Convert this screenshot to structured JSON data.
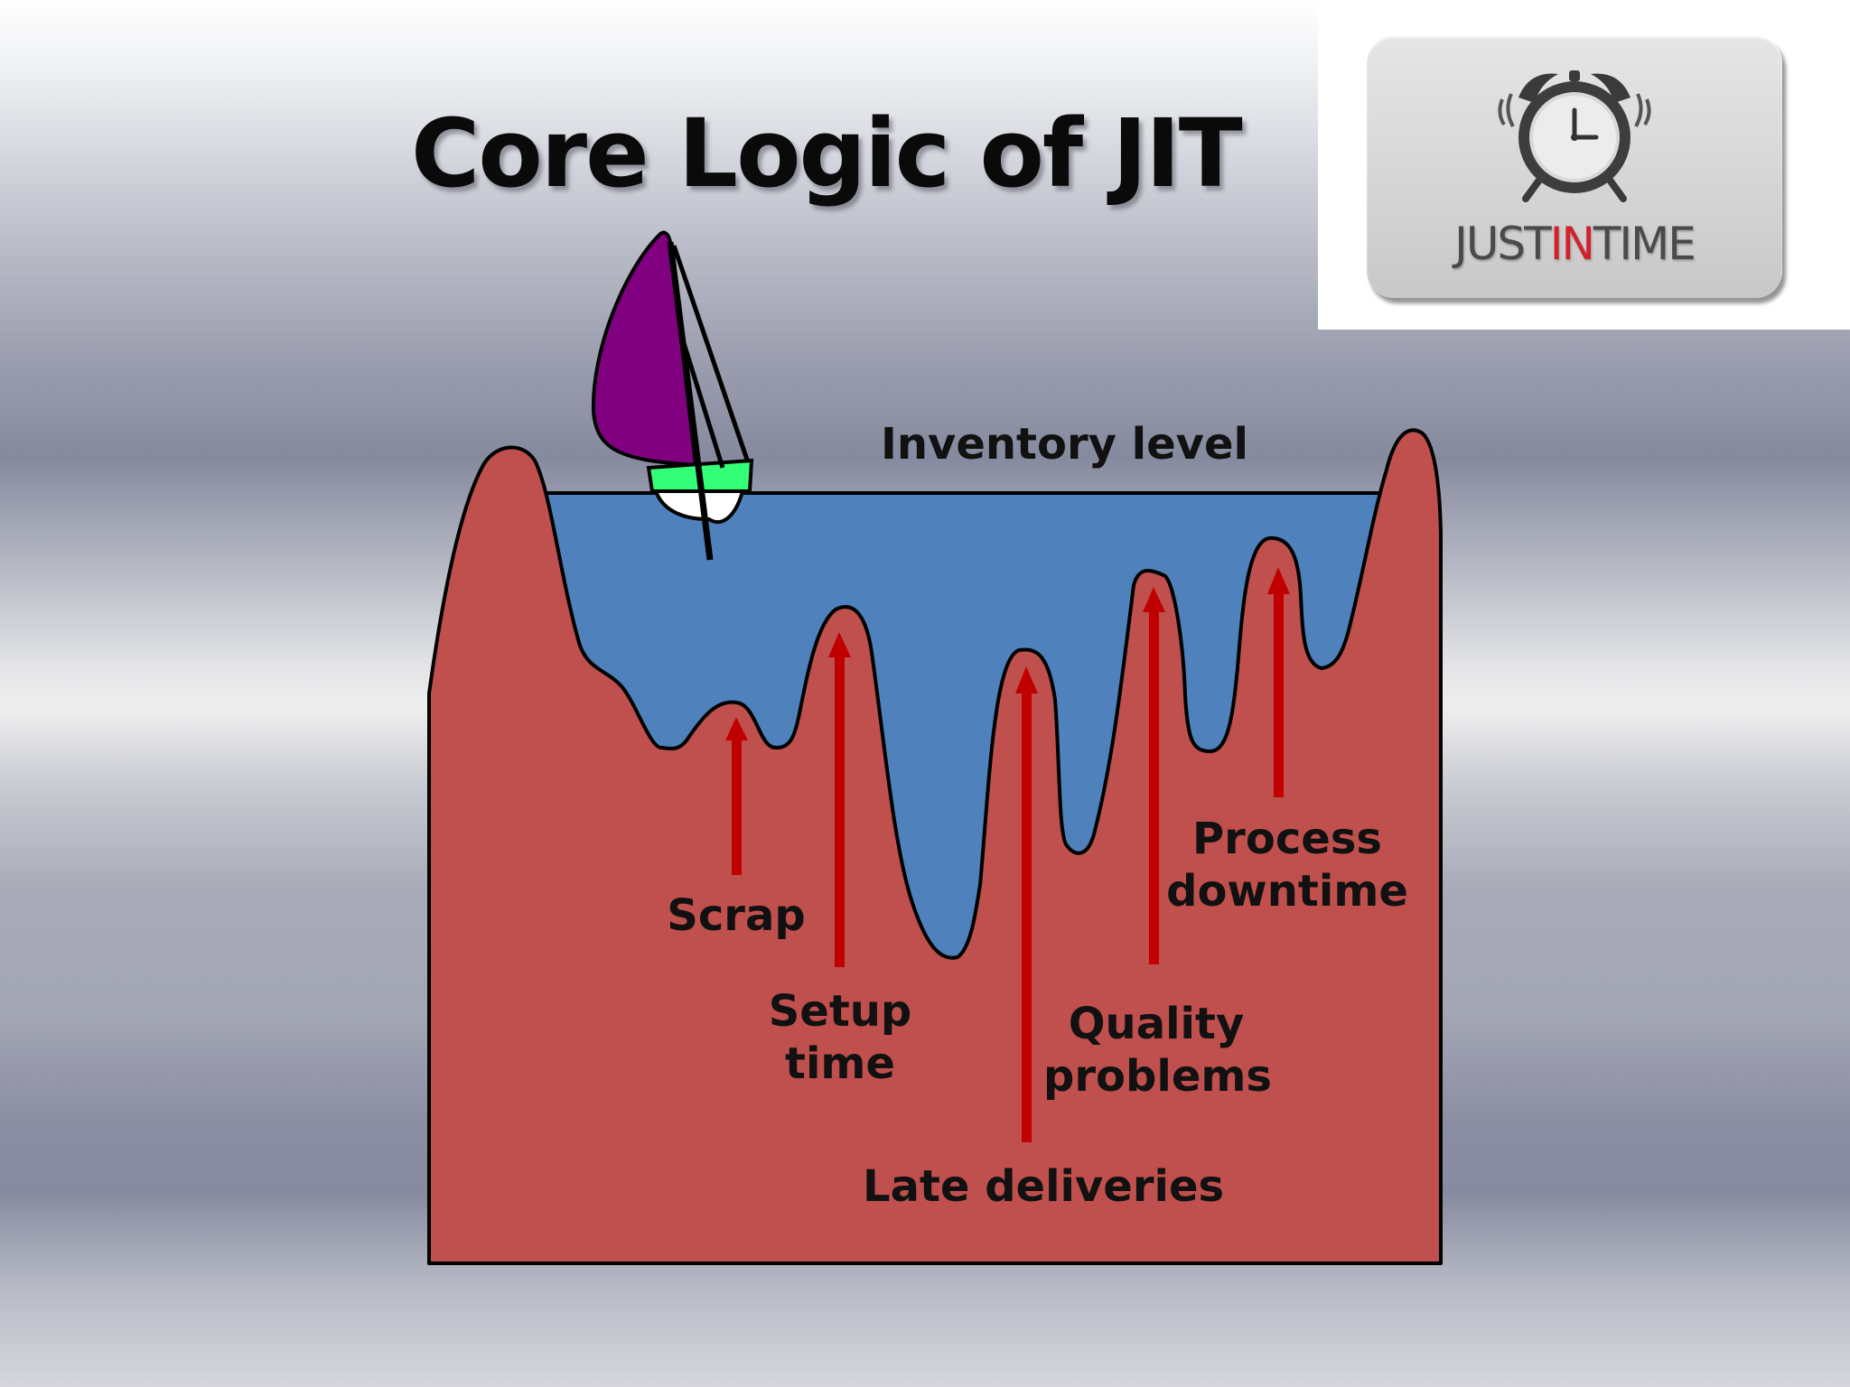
{
  "slide": {
    "title": "Core Logic of JIT"
  },
  "logo": {
    "text_part1": "JUST",
    "text_part2": "IN",
    "text_part3": "TIME",
    "icon": "alarm-clock-icon"
  },
  "diagram": {
    "water_label": "Inventory level",
    "problems": [
      {
        "line1": "Scrap",
        "line2": ""
      },
      {
        "line1": "Setup",
        "line2": "time"
      },
      {
        "line1": "Late deliveries",
        "line2": ""
      },
      {
        "line1": "Quality",
        "line2": "problems"
      },
      {
        "line1": "Process",
        "line2": "downtime"
      }
    ],
    "colors": {
      "rock": "#c0504d",
      "water": "#4f81bd",
      "arrow": "#c00000",
      "sail": "#800080",
      "hull": "#33ff77"
    }
  }
}
